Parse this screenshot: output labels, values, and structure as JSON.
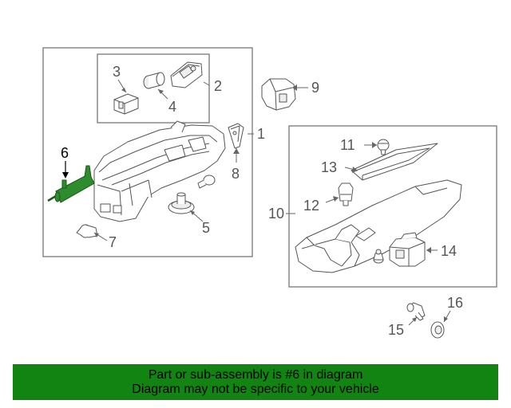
{
  "callouts": {
    "c1": "1",
    "c2": "2",
    "c3": "3",
    "c4": "4",
    "c5": "5",
    "c6": "6",
    "c7": "7",
    "c8": "8",
    "c9": "9",
    "c10": "10",
    "c11": "11",
    "c12": "12",
    "c13": "13",
    "c14": "14",
    "c15": "15",
    "c16": "16"
  },
  "highlighted_part": "6",
  "colors": {
    "highlight": "#2e8b2e",
    "footer_bg": "#118411",
    "line": "#666666"
  },
  "footer": {
    "line1": "Part or sub-assembly is #6 in diagram",
    "line2": "Diagram may not be specific to your vehicle"
  }
}
